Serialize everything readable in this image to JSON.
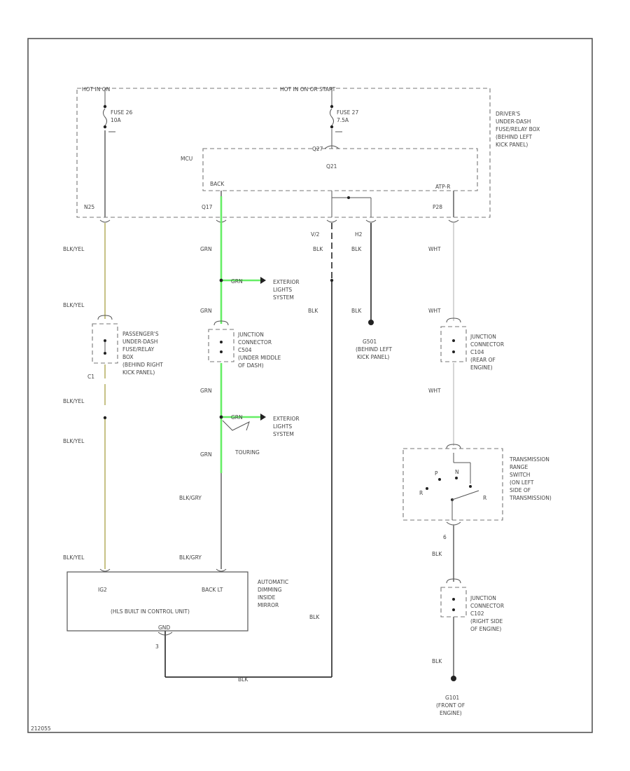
{
  "labels": {
    "hot_in_on": "HOT IN ON",
    "hot_in_on_start": "HOT IN ON OR START",
    "drivers_box": [
      "DRIVER'S",
      "UNDER-DASH",
      "FUSE/RELAY BOX",
      "(BEHIND LEFT",
      "KICK PANEL)"
    ],
    "fuse26": [
      "FUSE 26",
      "10A"
    ],
    "fuse27": [
      "FUSE 27",
      "7.5A"
    ],
    "mcu": "MCU",
    "mcu_pin_top": "Q27",
    "mcu_pin_center": "Q21",
    "mcu_pin_back": "BACK",
    "mcu_pin_atp": "ATP-R",
    "pin_n25": "N25",
    "pin_q17": "Q17",
    "pin_v2": "V/2",
    "pin_h2": "H2",
    "pin_p28": "P28",
    "blk_yel": "BLK/YEL",
    "grn": "GRN",
    "blk": "BLK",
    "wht": "WHT",
    "blk_gry": "BLK/GRY",
    "ext_lights_1": [
      "EXTERIOR",
      "LIGHTS",
      "SYSTEM"
    ],
    "ext_lights_2": [
      "EXTERIOR",
      "LIGHTS",
      "SYSTEM"
    ],
    "passengers_box": [
      "PASSENGER'S",
      "UNDER-DASH",
      "FUSE/RELAY",
      "BOX",
      "(BEHIND RIGHT",
      "KICK PANEL)"
    ],
    "pin_c1": "C1",
    "junction_c504": [
      "JUNCTION",
      "CONNECTOR",
      "C504",
      "(UNDER MIDDLE",
      "OF DASH)"
    ],
    "touring": "TOURING",
    "g501": [
      "G501",
      "(BEHIND LEFT",
      "KICK PANEL)"
    ],
    "junction_c104": [
      "JUNCTION",
      "CONNECTOR",
      "C104",
      "(REAR OF",
      "ENGINE)"
    ],
    "trans_switch": [
      "TRANSMISSION",
      "RANGE",
      "SWITCH",
      "(ON LEFT",
      "SIDE OF",
      "TRANSMISSION)"
    ],
    "switch_r": "R",
    "switch_p": "P",
    "switch_n": "N",
    "switch_rr": "R",
    "pin_6": "6",
    "junction_c102": [
      "JUNCTION",
      "CONNECTOR",
      "C102",
      "(RIGHT SIDE",
      "OF ENGINE)"
    ],
    "g101": [
      "G101",
      "(FRONT OF",
      "ENGINE)"
    ],
    "mirror_box_pin_ig2": "IG2",
    "mirror_box_pin_back": "BACK LT",
    "mirror_box_title": "(HLS BUILT IN CONTROL UNIT)",
    "mirror_label": [
      "AUTOMATIC",
      "DIMMING",
      "INSIDE",
      "MIRROR"
    ],
    "mirror_gnd": "GND",
    "pin_3": "3",
    "blk_bottom": "BLK",
    "blk_mid": "BLK",
    "footer_code": "212055"
  }
}
